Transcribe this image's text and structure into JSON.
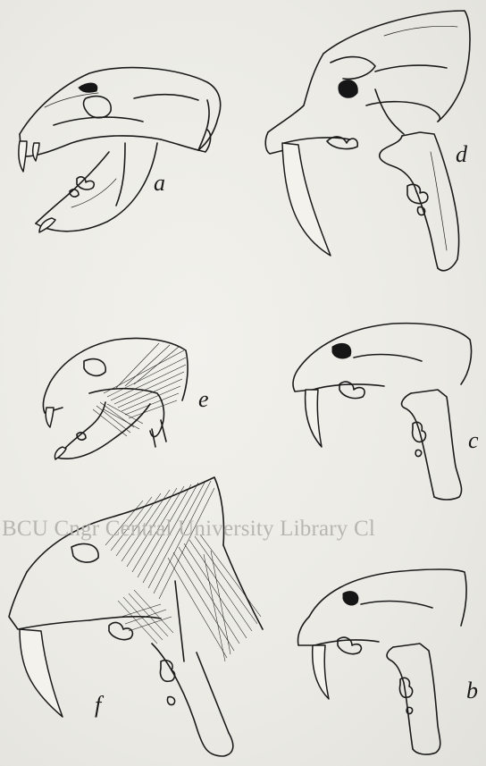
{
  "figure_labels": {
    "a": "a",
    "b": "b",
    "c": "c",
    "d": "d",
    "e": "e",
    "f": "f"
  },
  "watermark": "BCU Cngr Central University Library Cl"
}
